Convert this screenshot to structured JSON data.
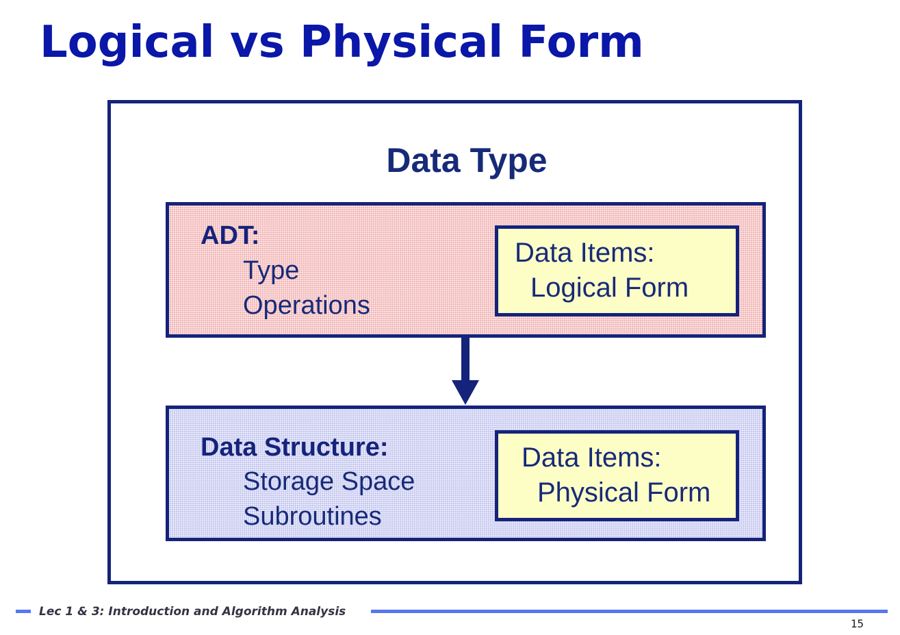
{
  "slide": {
    "title": "Logical vs Physical Form"
  },
  "diagram": {
    "container_title": "Data Type",
    "adt": {
      "heading": "ADT:",
      "lines": [
        "Type",
        "Operations"
      ],
      "items_box": {
        "line1": "Data Items:",
        "line2": "Logical Form"
      }
    },
    "data_structure": {
      "heading": "Data Structure:",
      "lines": [
        "Storage Space",
        "Subroutines"
      ],
      "items_box": {
        "line1": "Data Items:",
        "line2": "Physical Form"
      }
    },
    "colors": {
      "title_blue": "#0a17a8",
      "border_navy": "#15237a",
      "adt_fill": "#f2b3b3",
      "ds_fill": "#c3c6ef",
      "items_fill": "#fdfdc6",
      "footer_bar": "#5677ee"
    }
  },
  "footer": {
    "text": "Lec 1 & 3: Introduction and Algorithm Analysis",
    "page_number": "15"
  }
}
